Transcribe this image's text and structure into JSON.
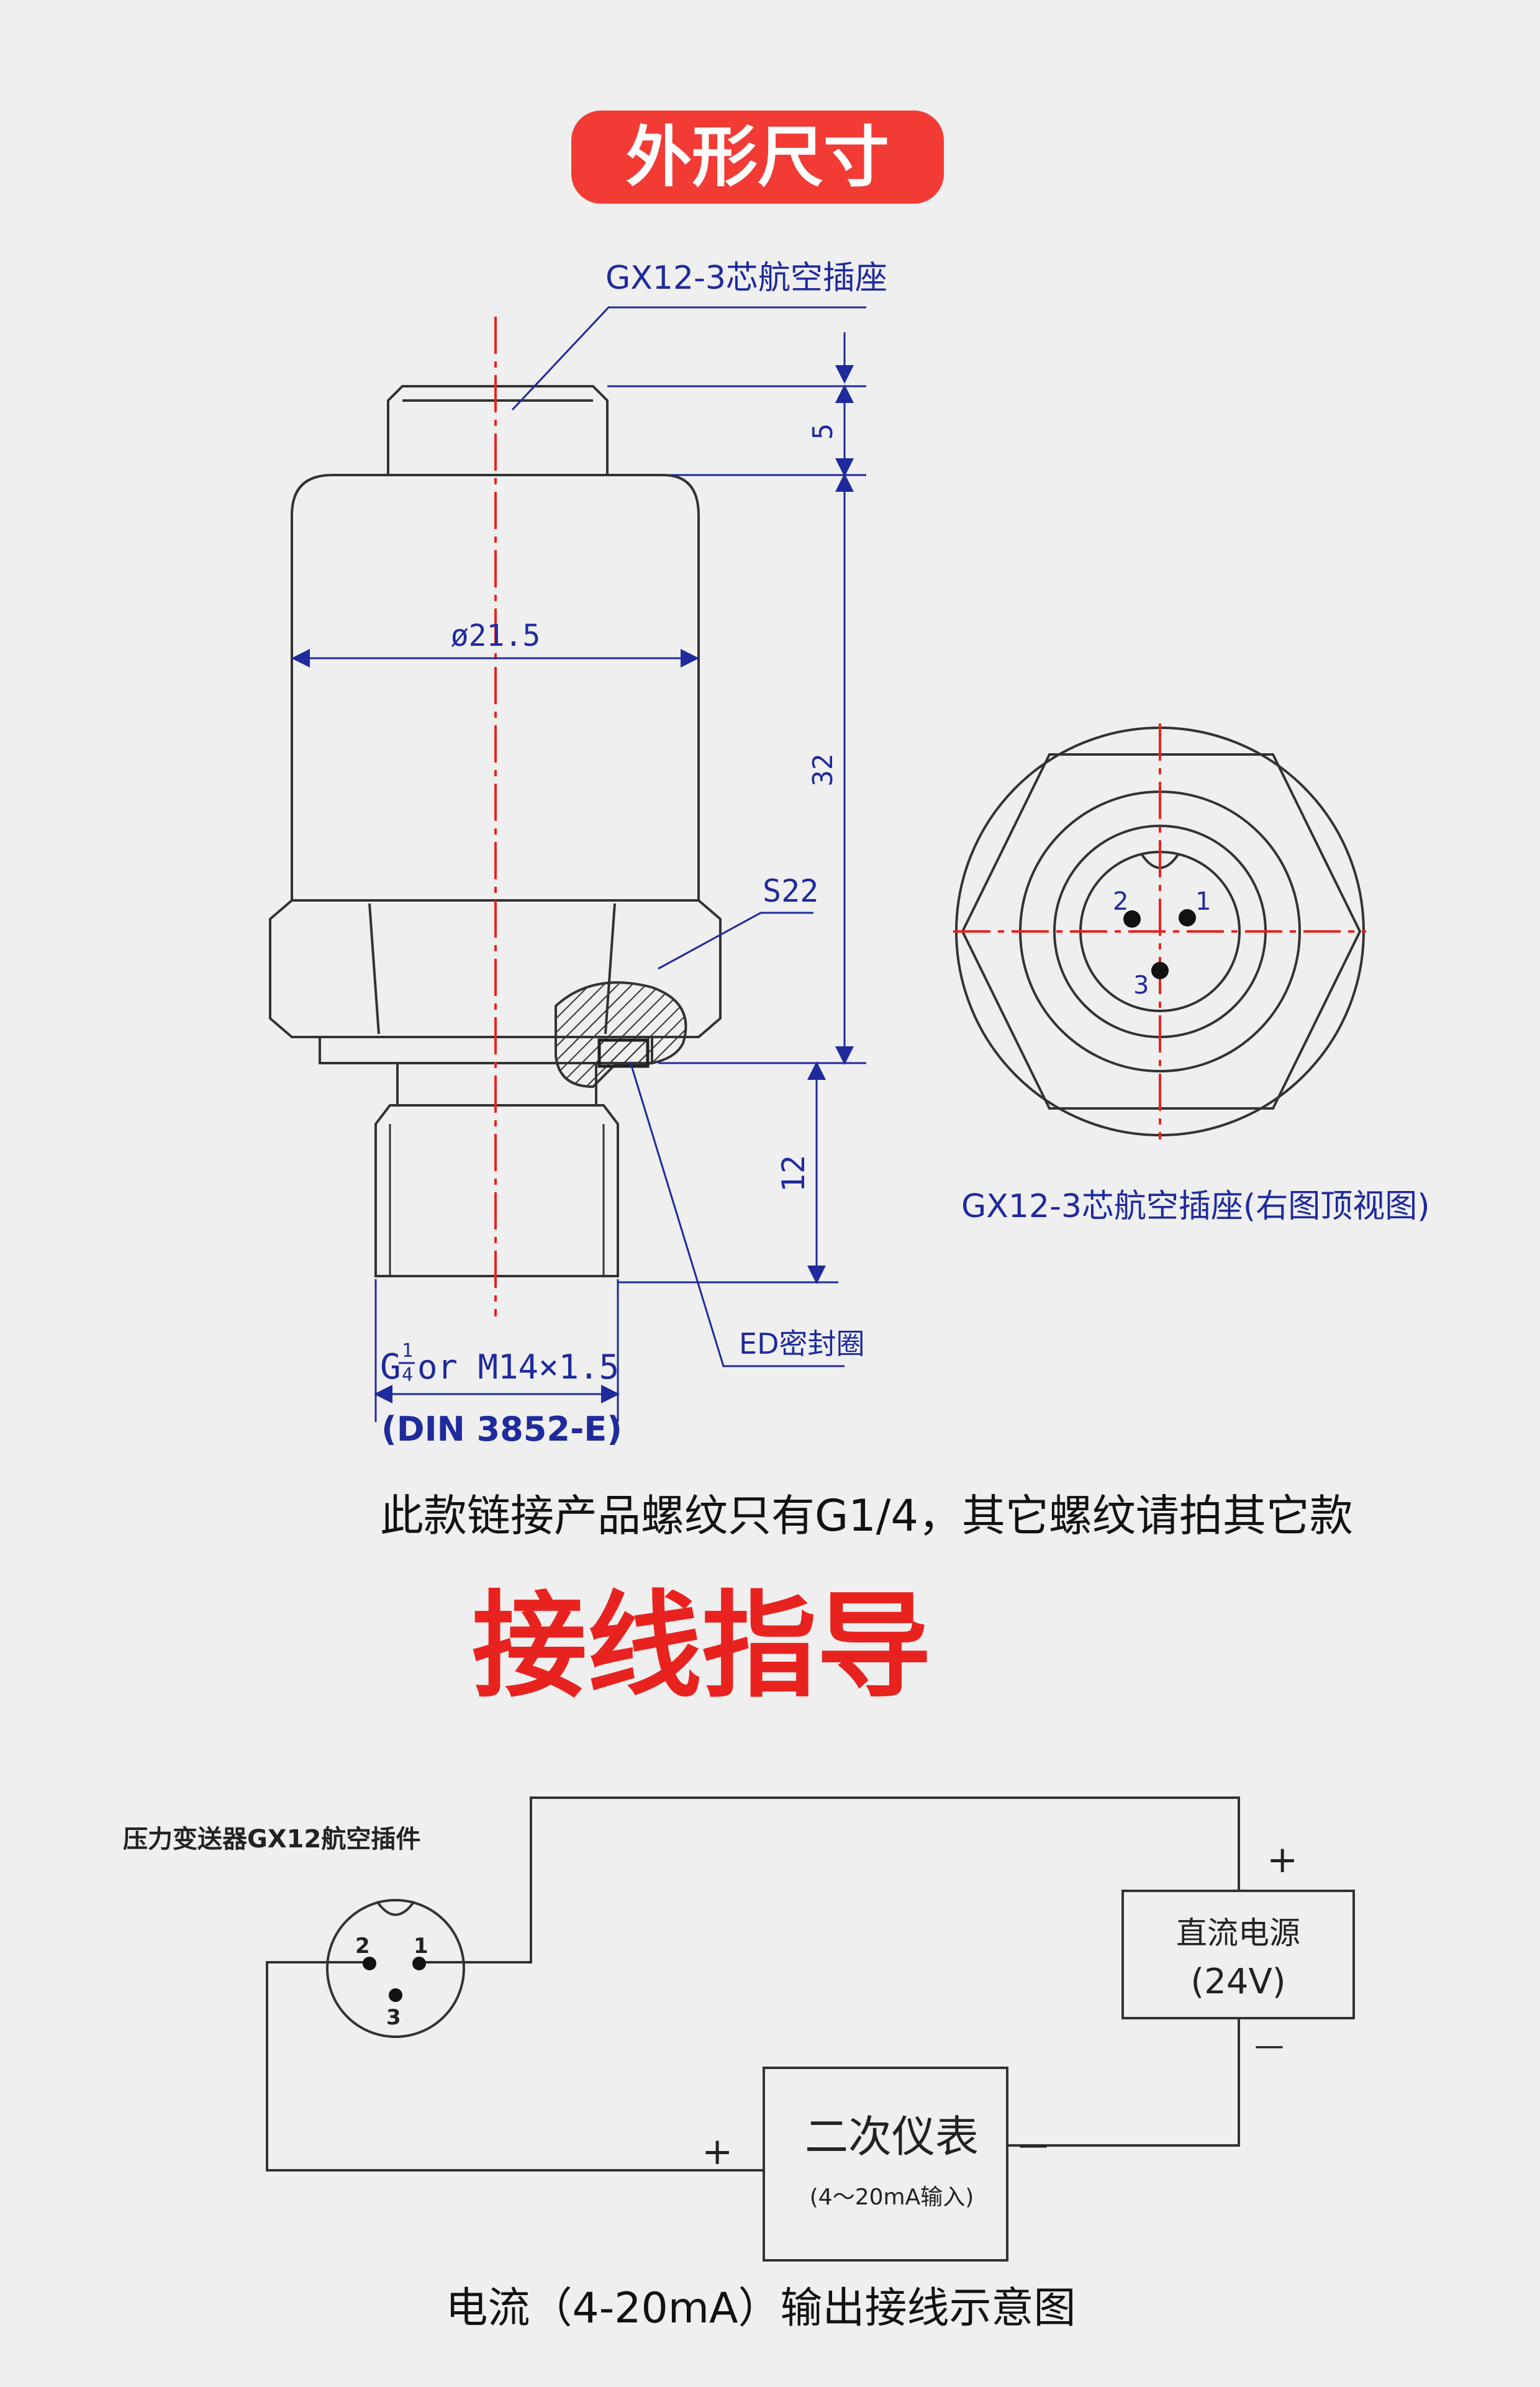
{
  "section1": {
    "title": "外形尺寸",
    "title_bg": "#f23b35",
    "connector_label": "GX12-3芯航空插座",
    "dims": {
      "top_len": "5",
      "body_len": "32",
      "thread_len": "12",
      "diameter": "ø21.5",
      "hex": "S22",
      "thread_prefix": "G",
      "thread_num": "1",
      "thread_den": "4",
      "thread_rest": " or M14×1.5",
      "standard": "(DIN 3852-E)"
    },
    "seal_label": "ED密封圈",
    "top_view": {
      "pins": [
        "1",
        "2",
        "3"
      ],
      "caption": "GX12-3芯航空插座(右图顶视图)"
    },
    "note": "此款链接产品螺纹只有G1/4，其它螺纹请拍其它款"
  },
  "section2": {
    "title": "接线指导",
    "title_color": "#e8231f",
    "connector_label": "压力变送器GX12航空插件",
    "pins": [
      "1",
      "2",
      "3"
    ],
    "power": {
      "line1": "直流电源",
      "line2": "(24V)",
      "plus": "+",
      "minus": "—"
    },
    "meter": {
      "line1": "二次仪表",
      "line2": "(4～20mA输入)",
      "plus": "+",
      "minus": "—"
    },
    "caption": "电流（4-20mA）输出接线示意图"
  },
  "colors": {
    "dim_blue": "#1f2a9c",
    "center_red": "#e8231f",
    "outline": "#333333"
  }
}
